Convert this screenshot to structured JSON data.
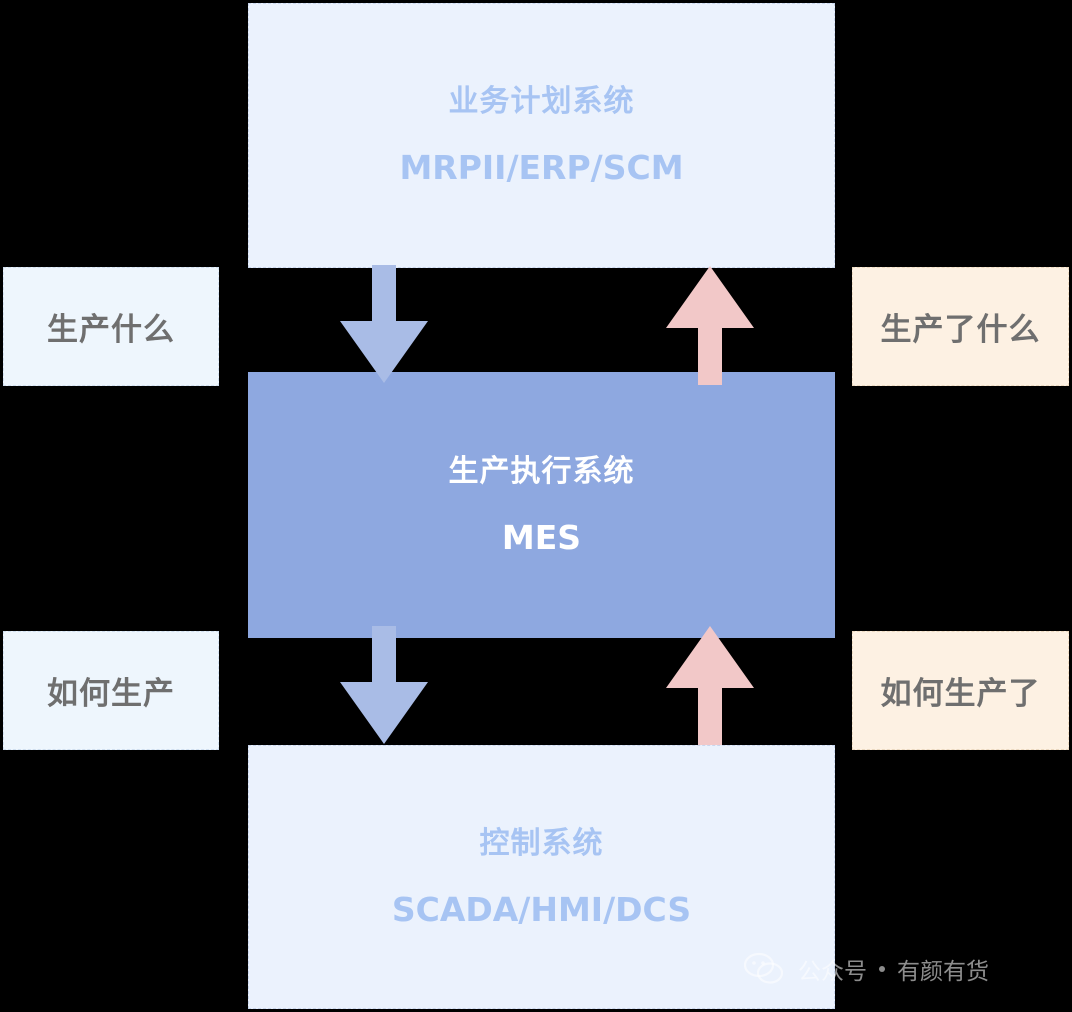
{
  "top_box": {
    "title": "业务计划系统",
    "subtitle": "MRPII/ERP/SCM"
  },
  "middle_box": {
    "title": "生产执行系统",
    "subtitle": "MES"
  },
  "bottom_box": {
    "title": "控制系统",
    "subtitle": "SCADA/HMI/DCS"
  },
  "side_labels": {
    "top_left": "生产什么",
    "top_right": "生产了什么",
    "bottom_left": "如何生产",
    "bottom_right": "如何生产了"
  },
  "watermark": {
    "prefix": "公众号",
    "name": "有颜有货"
  },
  "colors": {
    "down_arrow": "#a9bce6",
    "up_arrow": "#f2c8c8",
    "mes_fill": "#8ea8e0",
    "outer_box_fill": "#ebf2fd"
  }
}
